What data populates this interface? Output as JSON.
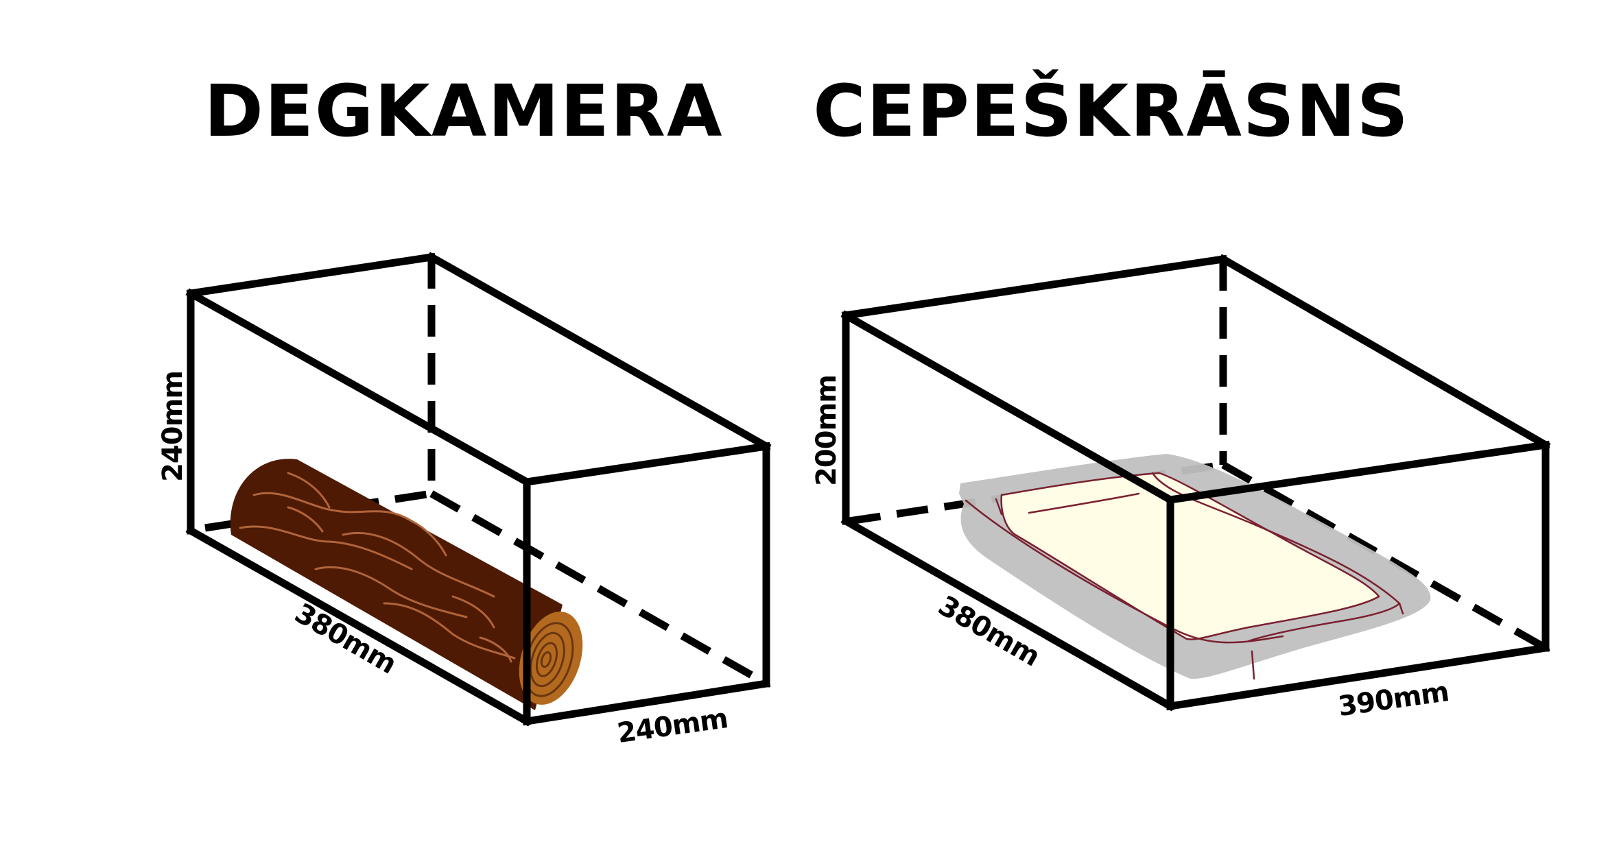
{
  "diagrams": [
    {
      "id": "degkamera",
      "title": "DEGKAMERA",
      "height_label": "240mm",
      "length_label": "380mm",
      "width_label": "240mm",
      "content": "log-icon"
    },
    {
      "id": "cepeskrasns",
      "title": "CEPEŠKRĀSNS",
      "height_label": "200mm",
      "length_label": "380mm",
      "width_label": "390mm",
      "content": "baking-tray-icon"
    }
  ],
  "colors": {
    "line": "#000000",
    "log_bark": "#4e1a04",
    "log_grain": "#b0643a",
    "log_end": "#b46a1e",
    "log_rings": "#6a3510",
    "tray": "#c0c0c0",
    "pastry": "#fffde6",
    "pastry_outline": "#7a2030"
  }
}
